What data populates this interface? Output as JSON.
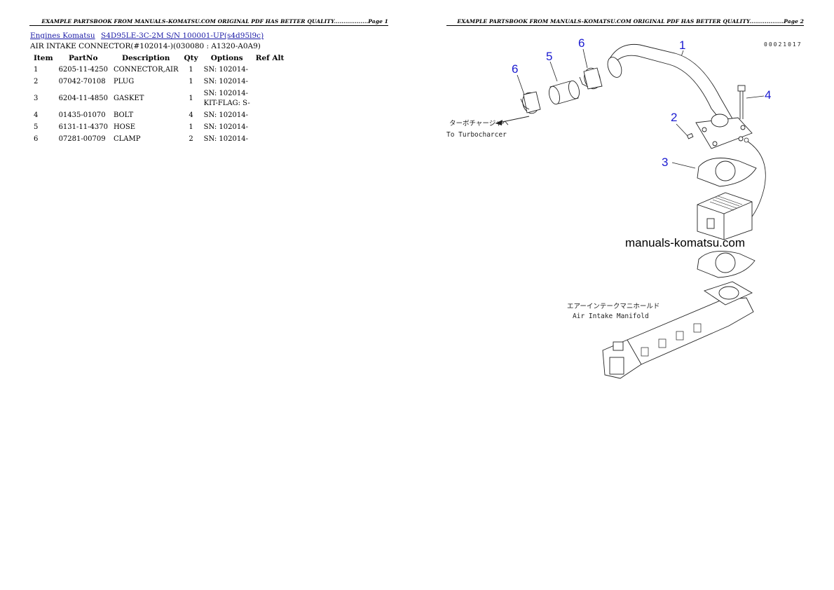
{
  "page1": {
    "header": "EXAMPLE PARTSBOOK FROM MANUALS-KOMATSU.COM ORIGINAL PDF HAS BETTER QUALITY..................Page 1",
    "breadcrumbs": [
      "Engines Komatsu",
      "S4D95LE-3C-2M S/N 100001-UP(s4d95l9c)"
    ],
    "subtitle": "AIR INTAKE CONNECTOR(#102014-)(030080 : A1320-A0A9)",
    "table": {
      "columns": [
        "Item",
        "PartNo",
        "Description",
        "Qty",
        "Options",
        "Ref Alt"
      ],
      "rows": [
        {
          "item": "1",
          "partno": "6205-11-4250",
          "description": "CONNECTOR,AIR",
          "qty": "1",
          "options": [
            "SN: 102014-"
          ]
        },
        {
          "item": "2",
          "partno": "07042-70108",
          "description": "PLUG",
          "qty": "1",
          "options": [
            "SN: 102014-"
          ]
        },
        {
          "item": "3",
          "partno": "6204-11-4850",
          "description": "GASKET",
          "qty": "1",
          "options": [
            "SN: 102014-",
            "KIT-FLAG: S-"
          ]
        },
        {
          "item": "4",
          "partno": "01435-01070",
          "description": "BOLT",
          "qty": "4",
          "options": [
            "SN: 102014-"
          ]
        },
        {
          "item": "5",
          "partno": "6131-11-4370",
          "description": "HOSE",
          "qty": "1",
          "options": [
            "SN: 102014-"
          ]
        },
        {
          "item": "6",
          "partno": "07281-00709",
          "description": "CLAMP",
          "qty": "2",
          "options": [
            "SN: 102014-"
          ]
        }
      ]
    }
  },
  "page2": {
    "header": "EXAMPLE PARTSBOOK FROM MANUALS-KOMATSU.COM ORIGINAL PDF HAS BETTER QUALITY..................Page 2",
    "diagram": {
      "code": "00021017",
      "callouts": {
        "c1": "1",
        "c2": "2",
        "c3": "3",
        "c4": "4",
        "c5": "5",
        "c6a": "6",
        "c6b": "6"
      },
      "turbo_jp": "ターボチャージャヘ",
      "turbo_en": "To Turbocharcer",
      "manifold_jp": "エアーインテークマニホールド",
      "manifold_en": "Air Intake Manifold",
      "watermark": "manuals-komatsu.com"
    }
  }
}
